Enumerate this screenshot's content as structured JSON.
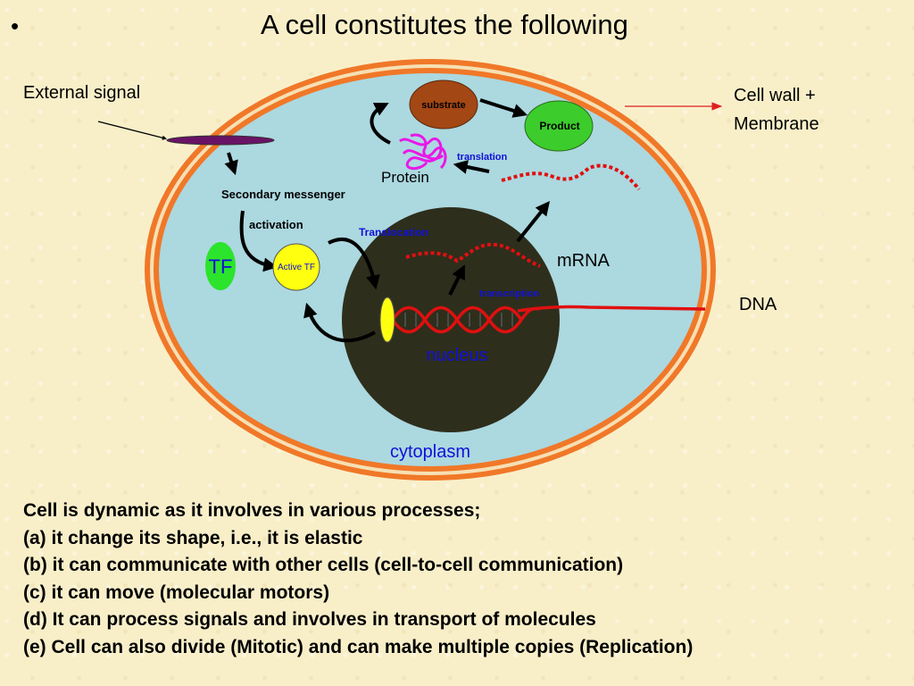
{
  "slide": {
    "bullet": "•",
    "title": "A cell constitutes the following"
  },
  "diagram": {
    "labels": {
      "external_signal": "External signal",
      "cell_wall_line1": "Cell wall +",
      "cell_wall_line2": "Membrane",
      "substrate": "substrate",
      "product": "Product",
      "translation": "translation",
      "protein": "Protein",
      "secondary_messenger": "Secondary messenger",
      "activation": "activation",
      "translocation": "Translocation",
      "tf": "TF",
      "active_tf": "Active TF",
      "mrna": "mRNA",
      "transcription": "transcription",
      "dna": "DNA",
      "nucleus": "nucleus",
      "cytoplasm": "cytoplasm"
    },
    "colors": {
      "cell_wall": "#f07828",
      "cytoplasm": "#acd8e0",
      "nucleus": "#2e2e1c",
      "substrate": "#a34714",
      "product": "#3ccc2c",
      "tf": "#2be42b",
      "active_tf": "#ffff10",
      "dna": "#e01010",
      "blue_text": "#1010d8",
      "receptor": "#6a1266",
      "protein": "#e818e8"
    }
  },
  "text": {
    "lines": [
      "Cell is dynamic as it involves in various processes;",
      "(a) it change its shape, i.e., it is elastic",
      "(b) it can communicate with other cells (cell-to-cell communication)",
      "(c) it can move (molecular motors)",
      "(d) It can process signals and involves in transport of molecules",
      "(e) Cell can also divide (Mitotic) and can make multiple copies (Replication)"
    ]
  }
}
